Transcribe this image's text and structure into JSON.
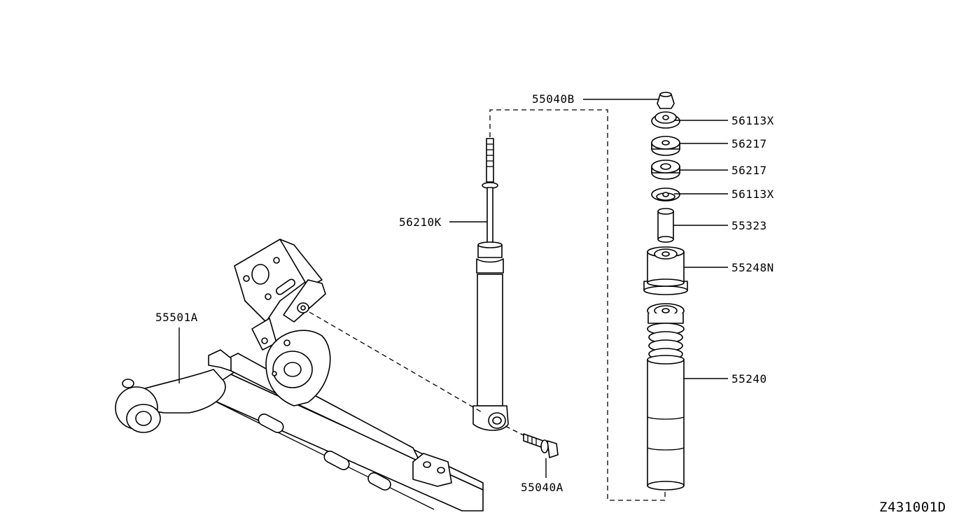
{
  "diagram_code": "Z431001D",
  "callouts": {
    "nut_top": "55040B",
    "seat_upper": "56113X",
    "bushing_upper": "56217",
    "bushing_lower": "56217",
    "seat_lower": "56113X",
    "spacer": "55323",
    "mount_seal": "55248N",
    "bound_bumper": "55240",
    "shock_absorber": "56210K",
    "bolt": "55040A",
    "axle_beam": "55501A"
  }
}
